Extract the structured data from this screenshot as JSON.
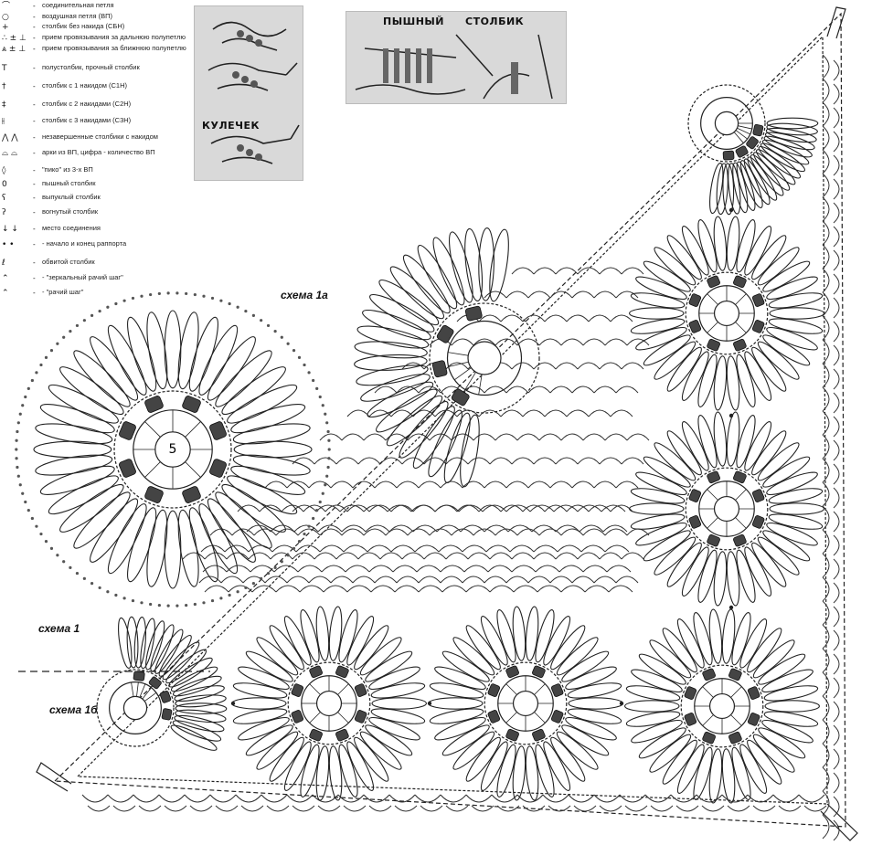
{
  "legend": [
    {
      "symbol": "⌒",
      "text": "соединительная петля"
    },
    {
      "symbol": "○",
      "text": "воздушная петля (ВП)"
    },
    {
      "symbol": "+",
      "text": "столбик без накида (СБН)"
    },
    {
      "symbol": "∴ ± ⊥",
      "text": "прием провязывания за дальнюю полупетлю"
    },
    {
      "symbol": "⩓ ± ⊥",
      "text": "прием провязывания за ближнюю полупетлю"
    },
    {
      "symbol": "T",
      "text": "полустолбик, прочный столбик"
    },
    {
      "symbol": "†",
      "text": "столбик с 1 накидом (С1Н)"
    },
    {
      "symbol": "‡",
      "text": "столбик с 2 накидами (С2Н)"
    },
    {
      "symbol": "⫲",
      "text": "столбик с 3 накидами (С3Н)"
    },
    {
      "symbol": "⋀ ⋀",
      "text": "незавершенные столбики с накидом"
    },
    {
      "symbol": "⌓ ⌓",
      "text": "арки из ВП, цифра - количество ВП"
    },
    {
      "symbol": "◊",
      "text": "\"пико\" из 3-х ВП"
    },
    {
      "symbol": "0",
      "text": "пышный столбик"
    },
    {
      "symbol": "ʕ",
      "text": "выпуклый столбик"
    },
    {
      "symbol": "ʔ",
      "text": "вогнутый столбик"
    },
    {
      "symbol": "↓ ↓",
      "text": "место соединения"
    },
    {
      "symbol": "• •",
      "text": "- начало и конец раппорта"
    },
    {
      "symbol": "ℓ",
      "text": "обвитой столбик"
    },
    {
      "symbol": "⌃",
      "text": "- \"зеркальный рачий шаг\""
    },
    {
      "symbol": "⌃",
      "text": "- \"рачий шаг\""
    }
  ],
  "panels": {
    "kulechek": "КУЛЕЧЕК",
    "pyshny_title": "ПЫШНЫЙ",
    "stolbik_title": "СТОЛБИК"
  },
  "schemas": {
    "s1a": "схема 1а",
    "s1": "схема 1",
    "s1b": "схема 1б"
  },
  "motif_center_number": "5"
}
